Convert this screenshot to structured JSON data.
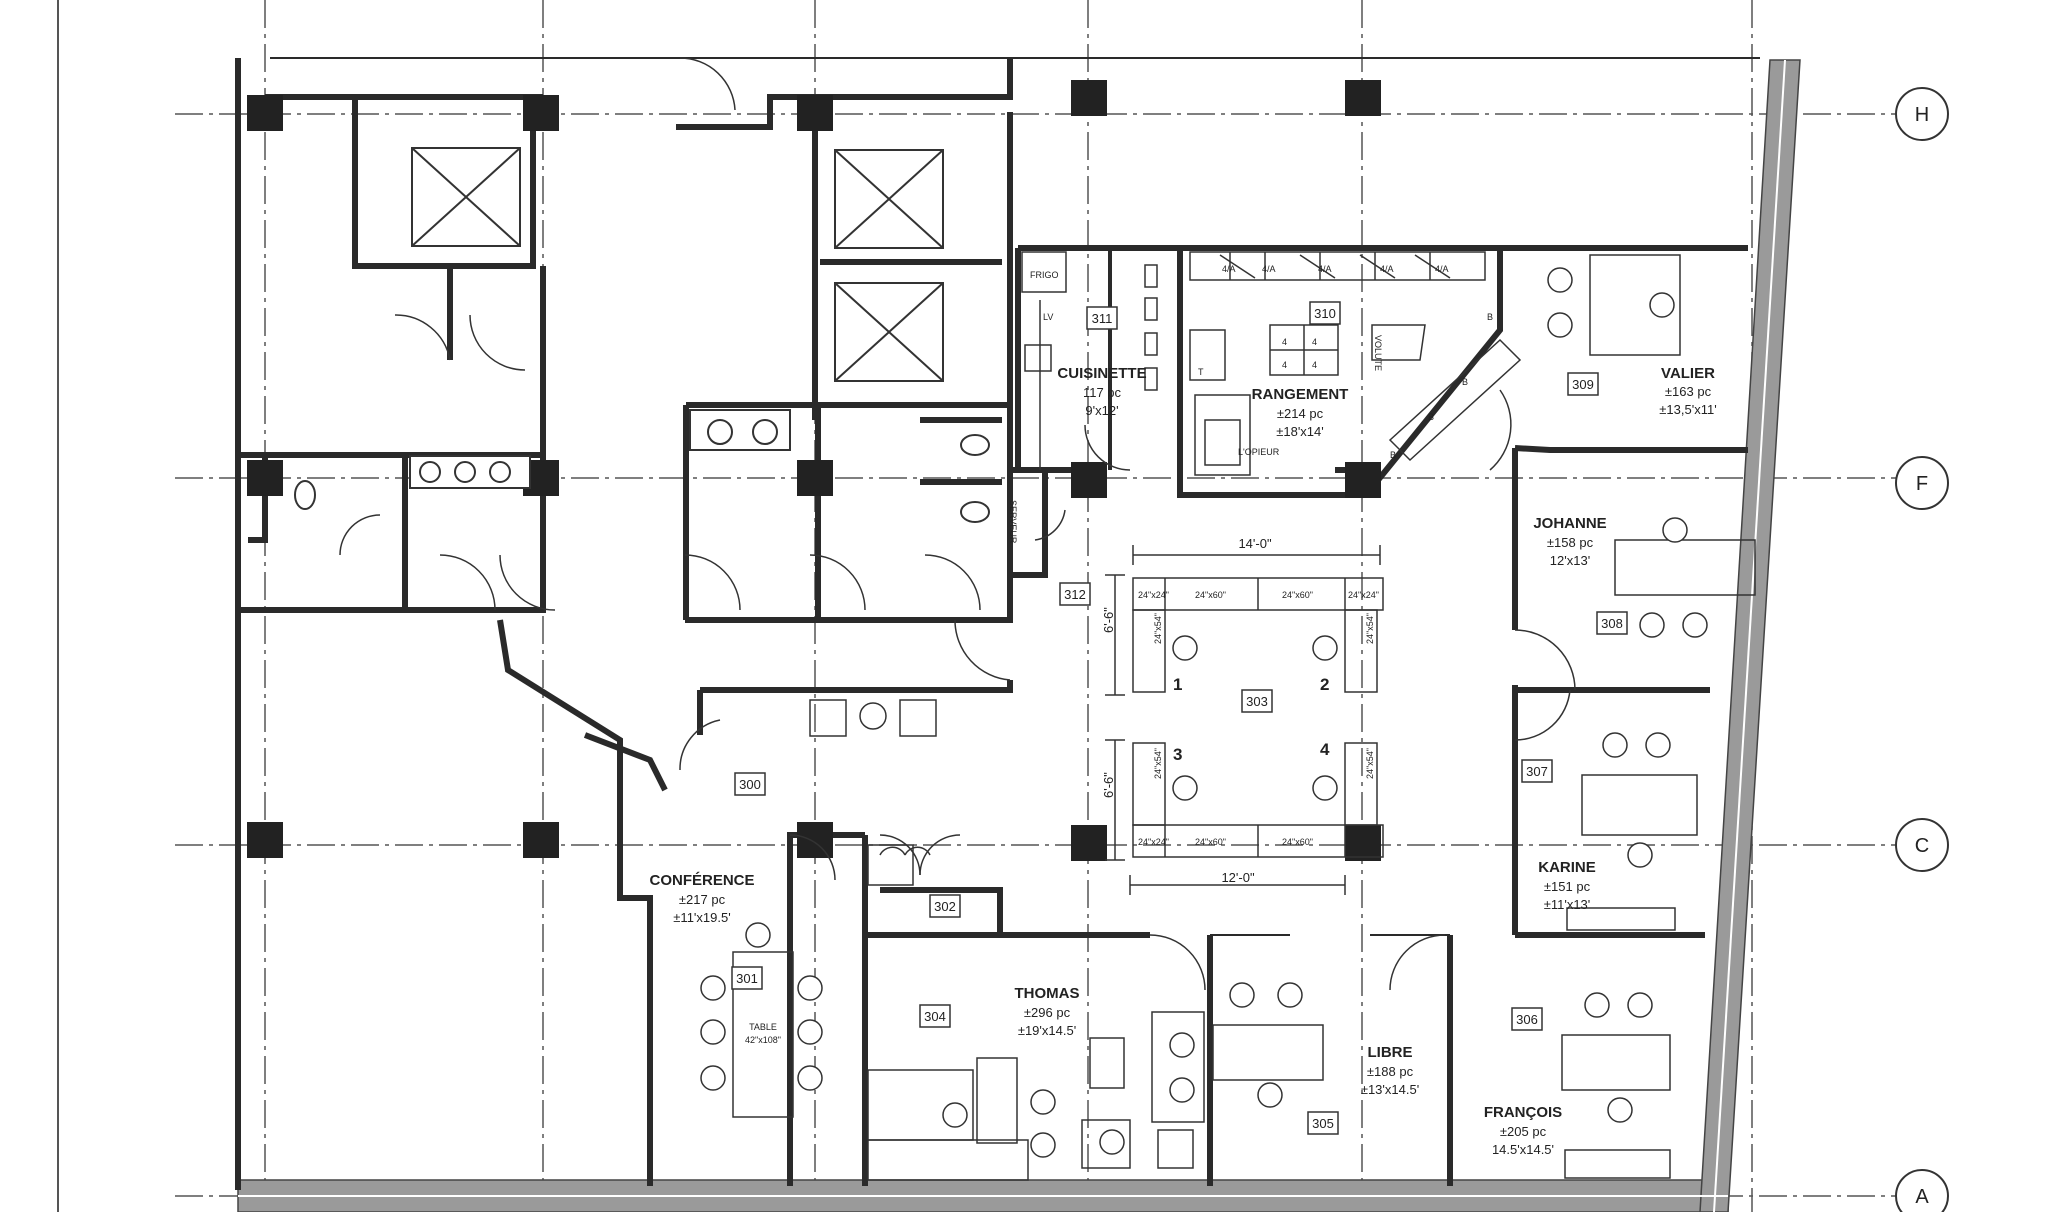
{
  "grid_labels": [
    "H",
    "F",
    "C",
    "A"
  ],
  "rooms": [
    {
      "id": "cuisinette",
      "name": "CUISINETTE",
      "area": "117 pc",
      "size": "9'x12'",
      "tag": "311"
    },
    {
      "id": "rangement",
      "name": "RANGEMENT",
      "area": "±214 pc",
      "size": "±18'x14'",
      "tag": "310"
    },
    {
      "id": "valier",
      "name": "VALIER",
      "area": "±163 pc",
      "size": "±13,5'x11'",
      "tag": "309"
    },
    {
      "id": "johanne",
      "name": "JOHANNE",
      "area": "±158 pc",
      "size": "12'x13'",
      "tag": "308"
    },
    {
      "id": "karine",
      "name": "KARINE",
      "area": "±151 pc",
      "size": "±11'x13'",
      "tag": "307"
    },
    {
      "id": "francois",
      "name": "FRANÇOIS",
      "area": "±205 pc",
      "size": "14.5'x14.5'",
      "tag": "306"
    },
    {
      "id": "libre",
      "name": "LIBRE",
      "area": "±188 pc",
      "size": "±13'x14.5'",
      "tag": "305"
    },
    {
      "id": "thomas",
      "name": "THOMAS",
      "area": "±296 pc",
      "size": "±19'x14.5'",
      "tag": "304"
    },
    {
      "id": "conference",
      "name": "CONFÉRENCE",
      "area": "±217 pc",
      "size": "±11'x19.5'",
      "tag": "301"
    }
  ],
  "tags": {
    "open": "303",
    "reception": "300",
    "closet": "302",
    "server": "312"
  },
  "table_label": "TABLE",
  "table_size": "42\"x108\"",
  "fixtures": {
    "frigo": "FRIGO",
    "lv": "LV",
    "t": "T",
    "copier": "L'OPIEUR",
    "volute": "VOLUTE",
    "server_short": "SERVEUR"
  },
  "storage_labels": {
    "shelf": "4/A",
    "cab": "4",
    "bin": "B"
  },
  "dims": {
    "top": "14'-0\"",
    "bottom": "12'-0\"",
    "left_top": "6'-6\"",
    "left_bottom": "6'-6\""
  },
  "desk_labels": {
    "wide": "24\"x60\"",
    "corner": "24\"x24\"",
    "side": "24\"x54\""
  },
  "workstations": [
    "1",
    "2",
    "3",
    "4"
  ],
  "colors": {
    "wall": "#2a2a2a",
    "column": "#222222",
    "window": "#9a9a9a",
    "grid": "#444444"
  }
}
